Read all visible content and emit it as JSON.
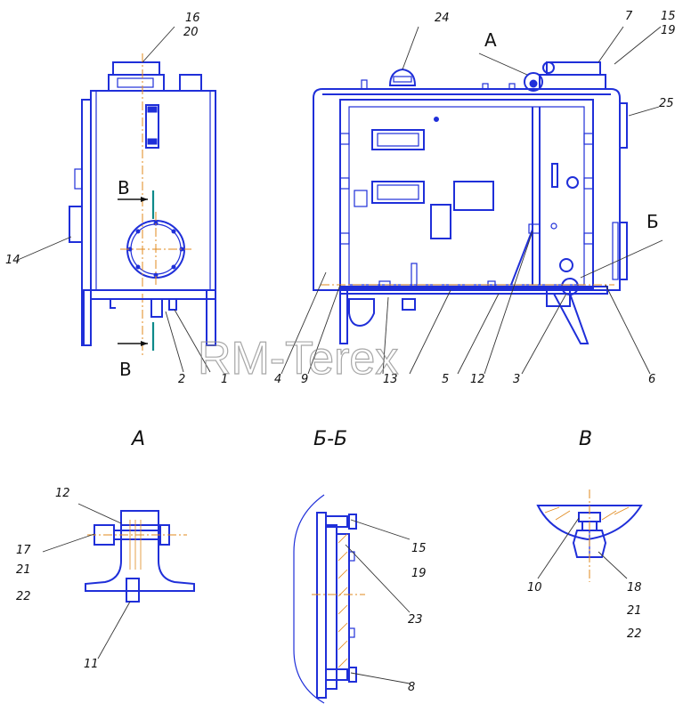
{
  "watermark": "RM-Terex",
  "view_titles": {
    "detail_a": "А",
    "section_bb": "Б-Б",
    "view_v": "В"
  },
  "section_marks": {
    "a_top": "А",
    "b_right": "Б",
    "v_top": "В",
    "v_bottom": "В"
  },
  "callouts": {
    "c16": "16",
    "c20": "20",
    "c24": "24",
    "c7": "7",
    "c15_top": "15",
    "c19_top": "19",
    "c25": "25",
    "c14": "14",
    "c2": "2",
    "c1": "1",
    "c4": "4",
    "c9": "9",
    "c13": "13",
    "c5": "5",
    "c12_bottom": "12",
    "c3": "3",
    "c6": "6",
    "c12_detail": "12",
    "c17": "17",
    "c21_a": "21",
    "c22_a": "22",
    "c11": "11",
    "c15_bb": "15",
    "c19_bb": "19",
    "c23": "23",
    "c8": "8",
    "c10": "10",
    "c18": "18",
    "c21_v": "21",
    "c22_v": "22"
  },
  "colors": {
    "outline": "#1f2fd9",
    "axis": "#e08a1e",
    "section_line": "#0e8a8a",
    "leader": "#333333"
  }
}
